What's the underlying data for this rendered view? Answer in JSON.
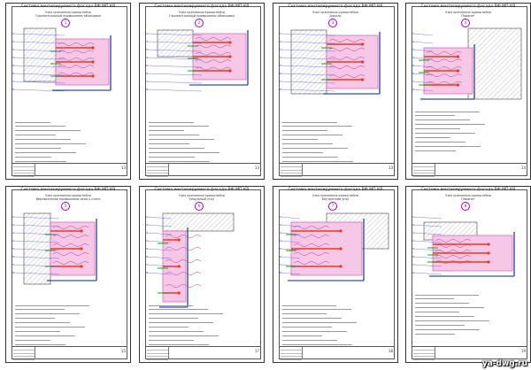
{
  "sheets": [
    {
      "title": "Система вентилируемого фасада ВФ МП КВ",
      "subtitle": "Узел крепления кронштейна\nГоризонтальный примыкание облицовки",
      "marker": "1",
      "number": "13"
    },
    {
      "title": "Система вентилируемого фасада ВФ МП КВ",
      "subtitle": "Узел крепления кронштейна\nГоризонтальный примыкание облицовки",
      "marker": "2",
      "number": "13"
    },
    {
      "title": "Система вентилируемого фасада ВФ МП КВ",
      "subtitle": "Узел крепления кронштейна\nЦоколь",
      "marker": "3",
      "number": "13"
    },
    {
      "title": "Система вентилируемого фасада ВФ МП КВ",
      "subtitle": "Узел крепления кронштейна\nПарапет",
      "marker": "4",
      "number": "14"
    },
    {
      "title": "Система вентилируемого фасада ВФ МП КВ",
      "subtitle": "Узел крепления кронштейна\nВертикальное примыкание окна к стене",
      "marker": "5",
      "number": "15"
    },
    {
      "title": "Система вентилируемого фасада ВФ МП КВ",
      "subtitle": "Узел крепления кронштейна\nНаружный угол",
      "marker": "6",
      "number": "17"
    },
    {
      "title": "Система вентилируемого фасада ВФ МП КВ",
      "subtitle": "Узел крепления кронштейна\nВнутренний угол",
      "marker": "7",
      "number": "18"
    },
    {
      "title": "Система вентилируемого фасада ВФ МП КВ",
      "subtitle": "Узел крепления кронштейна\nПарапет",
      "marker": "8",
      "number": "19"
    }
  ],
  "watermark": "ya-dwg.ru"
}
